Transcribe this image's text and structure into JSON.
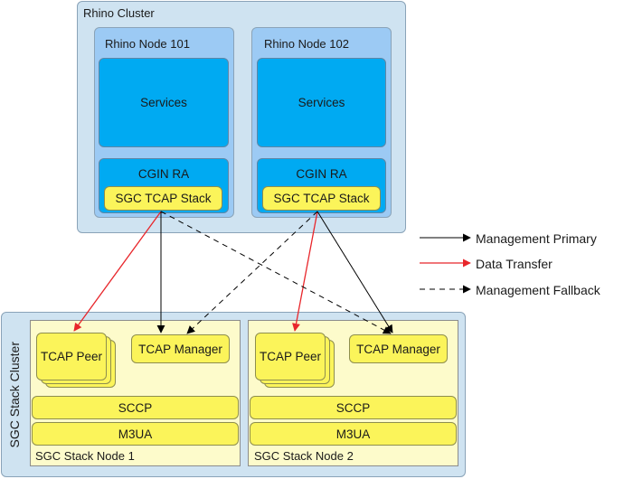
{
  "rhino_cluster": {
    "title": "Rhino Cluster",
    "nodes": [
      {
        "title": "Rhino Node 101",
        "services": "Services",
        "ra": "CGIN RA",
        "stack": "SGC TCAP Stack"
      },
      {
        "title": "Rhino Node 102",
        "services": "Services",
        "ra": "CGIN RA",
        "stack": "SGC TCAP Stack"
      }
    ]
  },
  "sgc_cluster": {
    "title": "SGC Stack Cluster",
    "nodes": [
      {
        "title": "SGC Stack Node 1",
        "peer": "TCAP Peer",
        "manager": "TCAP Manager",
        "sccp": "SCCP",
        "m3ua": "M3UA"
      },
      {
        "title": "SGC Stack Node 2",
        "peer": "TCAP Peer",
        "manager": "TCAP Manager",
        "sccp": "SCCP",
        "m3ua": "M3UA"
      }
    ]
  },
  "legend": {
    "primary": "Management Primary",
    "data": "Data Transfer",
    "fallback": "Management Fallback"
  },
  "colors": {
    "primary": "#000000",
    "data": "#e8262b",
    "fallback": "#000000"
  }
}
